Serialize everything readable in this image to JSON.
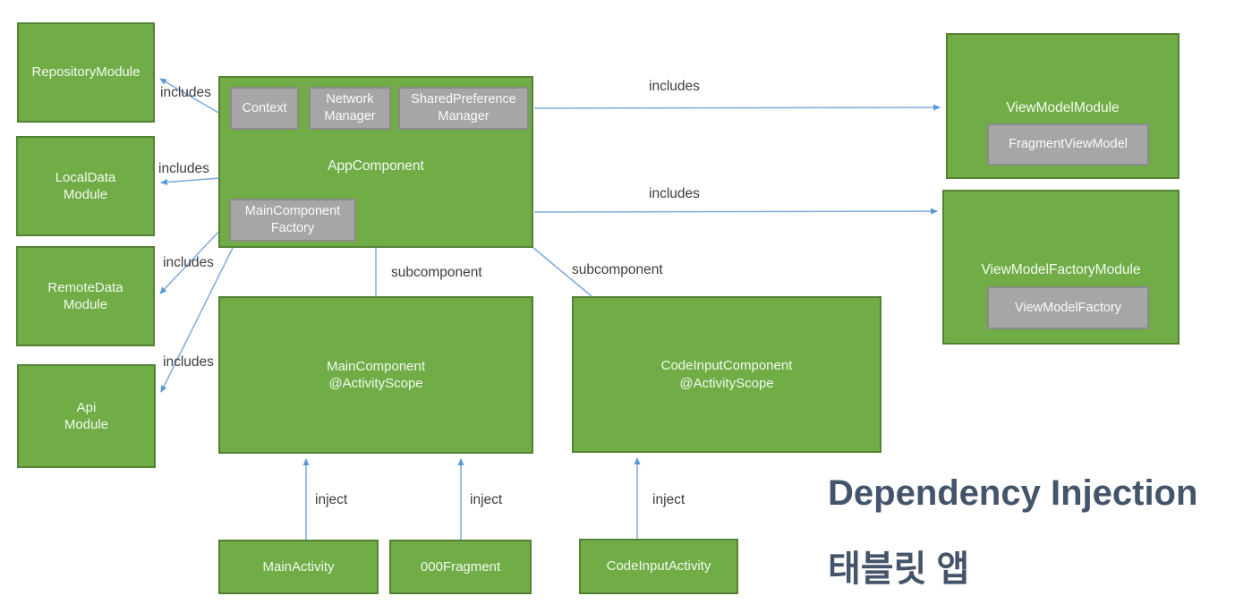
{
  "title": {
    "line1": "Dependency Injection",
    "line2": "태블릿 앱"
  },
  "nodes": {
    "repositoryModule": "RepositoryModule",
    "localDataModule": "LocalData\nModule",
    "remoteDataModule": "RemoteData\nModule",
    "apiModule": "Api\nModule",
    "appComponent": "AppComponent",
    "context": "Context",
    "networkManager": "Network\nManager",
    "sharedPreferenceManager": "SharedPreference\nManager",
    "mainComponentFactory": "MainComponent\nFactory",
    "mainComponent": "MainComponent\n@ActivityScope",
    "codeInputComponent": "CodeInputComponent\n@ActivityScope",
    "mainActivity": "MainActivity",
    "fragment000": "000Fragment",
    "codeInputActivity": "CodeInputActivity",
    "viewModelModule": "ViewModelModule",
    "fragmentViewModel": "FragmentViewModel",
    "viewModelFactoryModule": "ViewModelFactoryModule",
    "viewModelFactory": "ViewModelFactory"
  },
  "edges": {
    "includes_repository": "includes",
    "includes_localdata": "includes",
    "includes_remotedata": "includes",
    "includes_api": "includes",
    "includes_viewmodel": "includes",
    "includes_viewmodelfactory": "includes",
    "subcomponent_main": "subcomponent",
    "subcomponent_codeinput": "subcomponent",
    "inject_mainactivity": "inject",
    "inject_fragment": "inject",
    "inject_codeinputactivity": "inject"
  },
  "colors": {
    "node_green_fill": "#70AD47",
    "node_green_border": "#538234",
    "node_gray_fill": "#A6A6A6",
    "node_gray_border": "#8A8A8A",
    "node_text": "#F4F9F0",
    "arrow_line": "#7EA9DE",
    "arrow_head": "#5B9BD5",
    "edge_label_text": "#3D3D3D",
    "title_text": "#44546A",
    "background": "#FFFFFF"
  }
}
